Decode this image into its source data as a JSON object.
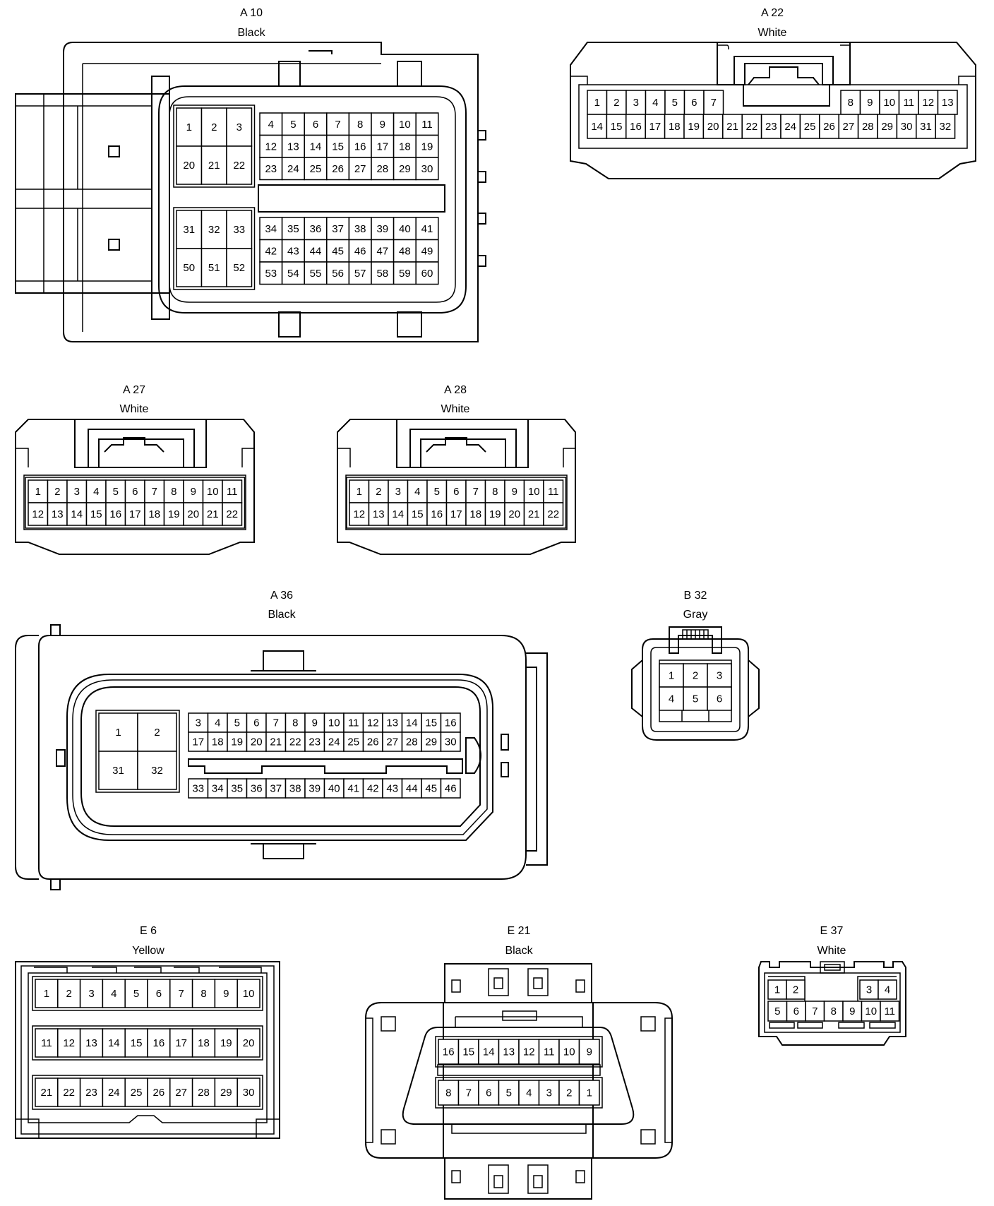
{
  "connectors": [
    {
      "id": "A10",
      "code": "A 10",
      "color": "Black",
      "blocks": [
        {
          "rows": [
            [
              "1",
              "2",
              "3"
            ],
            [
              "20",
              "21",
              "22"
            ]
          ]
        },
        {
          "rows": [
            [
              "4",
              "5",
              "6",
              "7",
              "8",
              "9",
              "10",
              "11"
            ],
            [
              "12",
              "13",
              "14",
              "15",
              "16",
              "17",
              "18",
              "19"
            ],
            [
              "23",
              "24",
              "25",
              "26",
              "27",
              "28",
              "29",
              "30"
            ]
          ]
        },
        {
          "rows": [
            [
              "31",
              "32",
              "33"
            ],
            [
              "50",
              "51",
              "52"
            ]
          ]
        },
        {
          "rows": [
            [
              "34",
              "35",
              "36",
              "37",
              "38",
              "39",
              "40",
              "41"
            ],
            [
              "42",
              "43",
              "44",
              "45",
              "46",
              "47",
              "48",
              "49"
            ],
            [
              "53",
              "54",
              "55",
              "56",
              "57",
              "58",
              "59",
              "60"
            ]
          ]
        }
      ]
    },
    {
      "id": "A22",
      "code": "A 22",
      "color": "White",
      "blocks": [
        {
          "rows": [
            [
              "1",
              "2",
              "3",
              "4",
              "5",
              "6",
              "7"
            ]
          ]
        },
        {
          "rows": [
            [
              "8",
              "9",
              "10",
              "11",
              "12",
              "13"
            ]
          ]
        },
        {
          "rows": [
            [
              "14",
              "15",
              "16",
              "17",
              "18",
              "19",
              "20",
              "21",
              "22",
              "23",
              "24",
              "25",
              "26",
              "27",
              "28",
              "29",
              "30",
              "31",
              "32"
            ]
          ]
        }
      ]
    },
    {
      "id": "A27",
      "code": "A 27",
      "color": "White",
      "blocks": [
        {
          "rows": [
            [
              "1",
              "2",
              "3",
              "4",
              "5",
              "6",
              "7",
              "8",
              "9",
              "10",
              "11"
            ],
            [
              "12",
              "13",
              "14",
              "15",
              "16",
              "17",
              "18",
              "19",
              "20",
              "21",
              "22"
            ]
          ]
        }
      ]
    },
    {
      "id": "A28",
      "code": "A 28",
      "color": "White",
      "blocks": [
        {
          "rows": [
            [
              "1",
              "2",
              "3",
              "4",
              "5",
              "6",
              "7",
              "8",
              "9",
              "10",
              "11"
            ],
            [
              "12",
              "13",
              "14",
              "15",
              "16",
              "17",
              "18",
              "19",
              "20",
              "21",
              "22"
            ]
          ]
        }
      ]
    },
    {
      "id": "A36",
      "code": "A 36",
      "color": "Black",
      "blocks": [
        {
          "rows": [
            [
              "1",
              "2"
            ],
            [
              "31",
              "32"
            ]
          ]
        },
        {
          "rows": [
            [
              "3",
              "4",
              "5",
              "6",
              "7",
              "8",
              "9",
              "10",
              "11",
              "12",
              "13",
              "14",
              "15",
              "16"
            ],
            [
              "17",
              "18",
              "19",
              "20",
              "21",
              "22",
              "23",
              "24",
              "25",
              "26",
              "27",
              "28",
              "29",
              "30"
            ]
          ]
        },
        {
          "rows": [
            [
              "33",
              "34",
              "35",
              "36",
              "37",
              "38",
              "39",
              "40",
              "41",
              "42",
              "43",
              "44",
              "45",
              "46"
            ]
          ]
        }
      ]
    },
    {
      "id": "B32",
      "code": "B 32",
      "color": "Gray",
      "blocks": [
        {
          "rows": [
            [
              "1",
              "2",
              "3"
            ],
            [
              "4",
              "5",
              "6"
            ]
          ]
        }
      ]
    },
    {
      "id": "E6",
      "code": "E 6",
      "color": "Yellow",
      "blocks": [
        {
          "rows": [
            [
              "1",
              "2",
              "3",
              "4",
              "5",
              "6",
              "7",
              "8",
              "9",
              "10"
            ]
          ]
        },
        {
          "rows": [
            [
              "11",
              "12",
              "13",
              "14",
              "15",
              "16",
              "17",
              "18",
              "19",
              "20"
            ]
          ]
        },
        {
          "rows": [
            [
              "21",
              "22",
              "23",
              "24",
              "25",
              "26",
              "27",
              "28",
              "29",
              "30"
            ]
          ]
        }
      ]
    },
    {
      "id": "E21",
      "code": "E 21",
      "color": "Black",
      "blocks": [
        {
          "rows": [
            [
              "16",
              "15",
              "14",
              "13",
              "12",
              "11",
              "10",
              "9"
            ]
          ]
        },
        {
          "rows": [
            [
              "8",
              "7",
              "6",
              "5",
              "4",
              "3",
              "2",
              "1"
            ]
          ]
        }
      ]
    },
    {
      "id": "E37",
      "code": "E 37",
      "color": "White",
      "blocks": [
        {
          "rows": [
            [
              "1",
              "2"
            ]
          ]
        },
        {
          "rows": [
            [
              "3",
              "4"
            ]
          ]
        },
        {
          "rows": [
            [
              "5",
              "6",
              "7",
              "8",
              "9",
              "10",
              "11"
            ]
          ]
        }
      ]
    }
  ]
}
